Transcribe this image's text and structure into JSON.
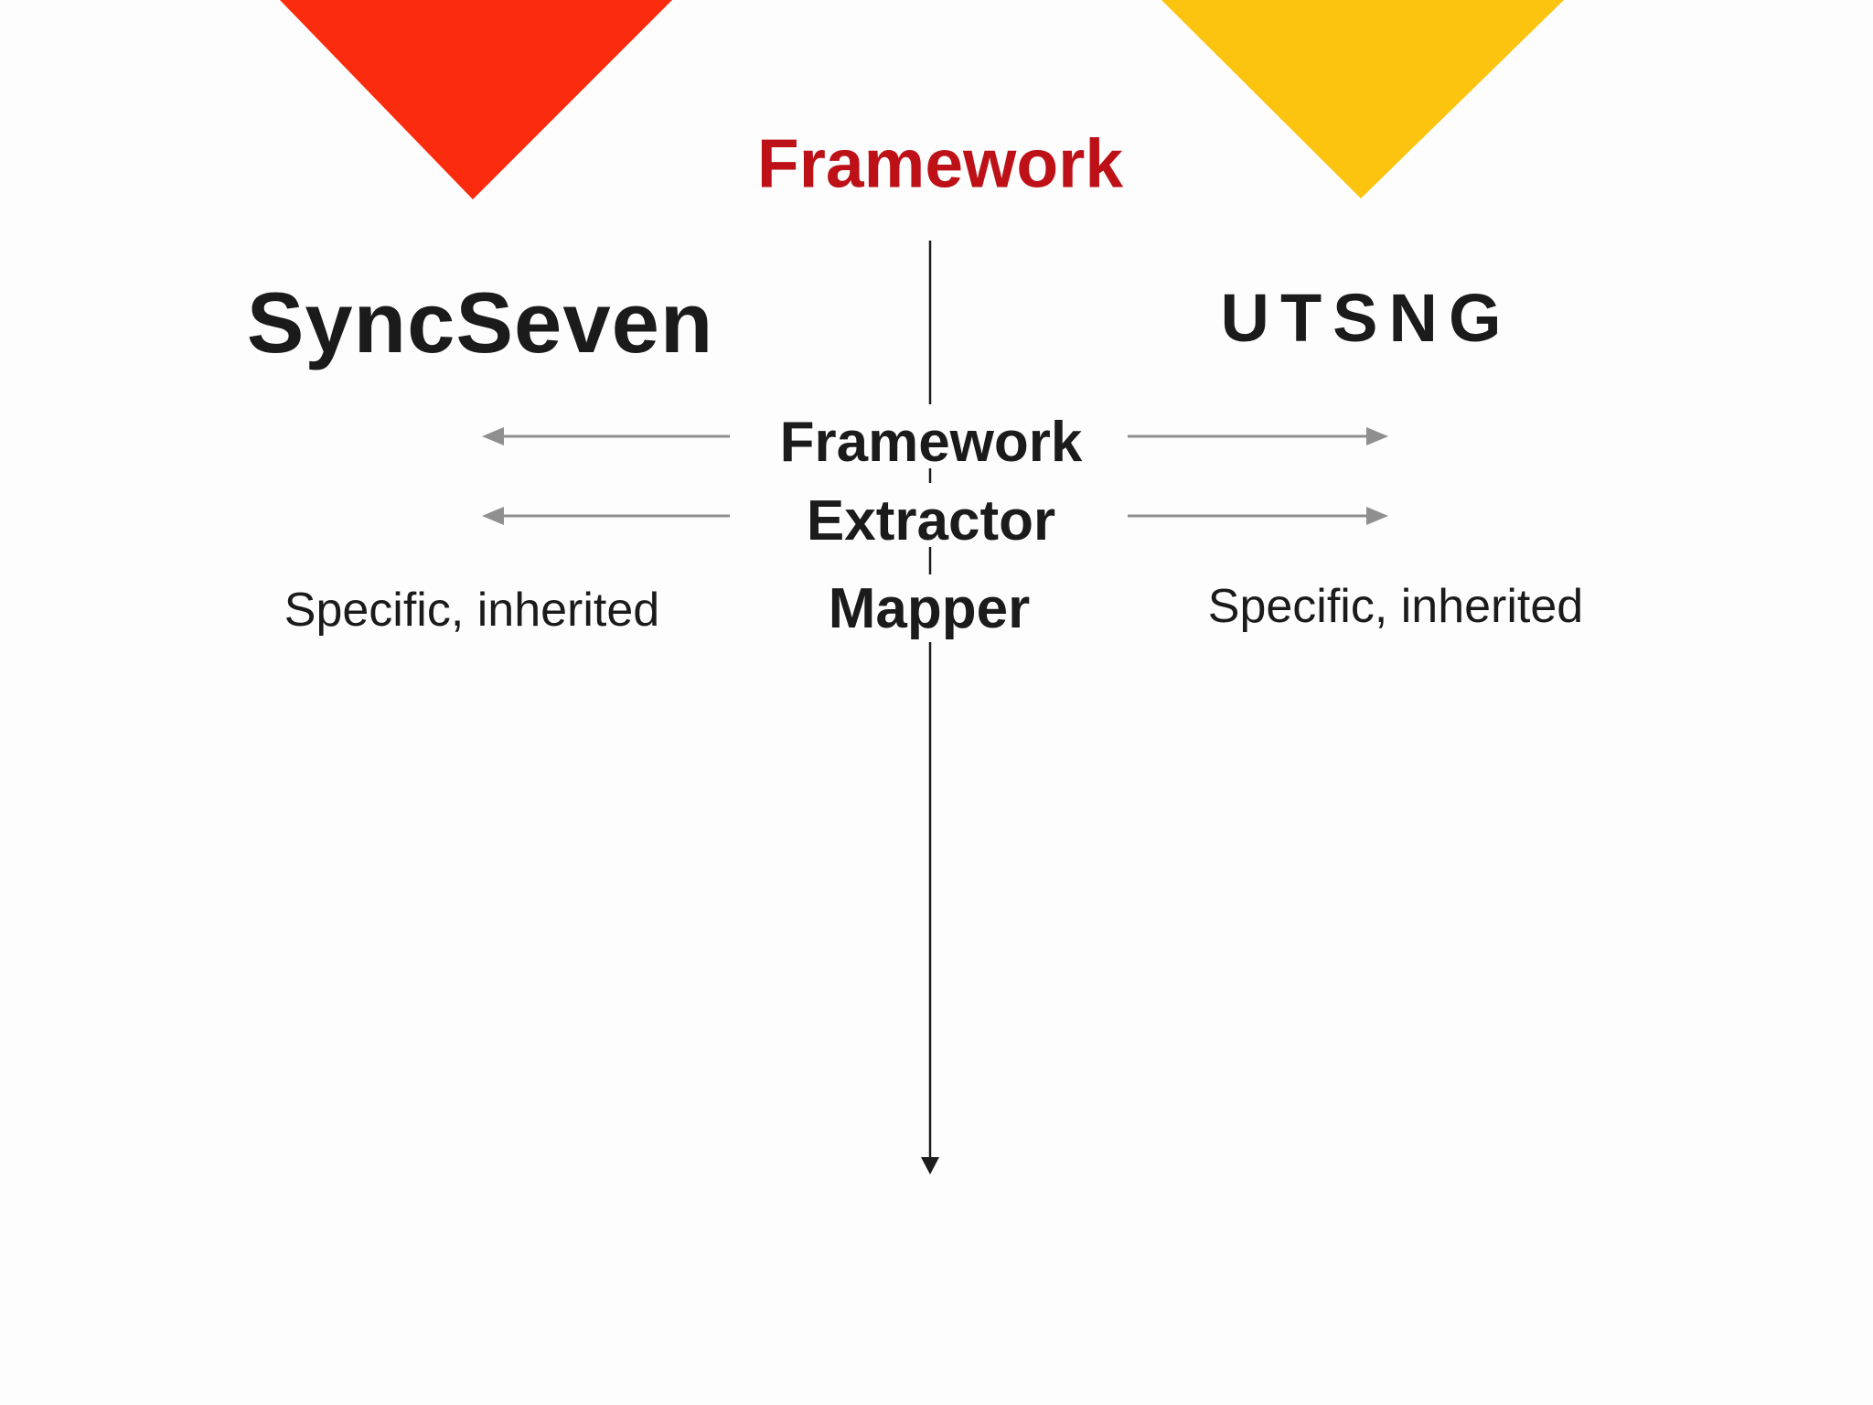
{
  "title": {
    "text": "Framework"
  },
  "systems": {
    "left": {
      "name": "SyncSeven",
      "note": "Specific, inherited"
    },
    "right": {
      "name": "UTSNG",
      "note": "Specific, inherited"
    }
  },
  "pipeline": {
    "stages": [
      "Framework",
      "Extractor",
      "Mapper"
    ]
  },
  "colors": {
    "background": "#fdfdfd",
    "triangle_red": "#fb2b0d",
    "triangle_yellow": "#fcc40f",
    "title_red": "#be1117",
    "text_black": "#1b1b1b",
    "arrow_gray": "#8f8f8f",
    "line_dark": "#1c1c1c"
  }
}
